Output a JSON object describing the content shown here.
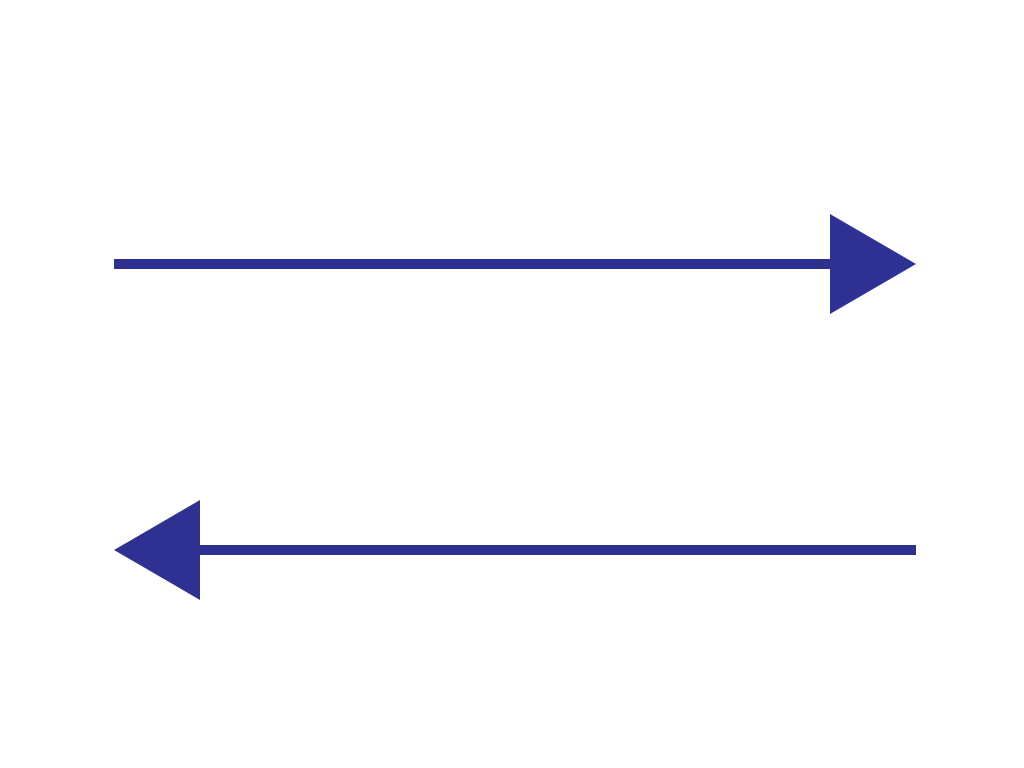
{
  "diagram": {
    "arrows": [
      {
        "id": "right-arrow",
        "direction": "right",
        "icon": "arrow-right-icon",
        "color": "#2E3192"
      },
      {
        "id": "left-arrow",
        "direction": "left",
        "icon": "arrow-left-icon",
        "color": "#2E3192"
      }
    ],
    "background_color": "#FFFFFF"
  }
}
